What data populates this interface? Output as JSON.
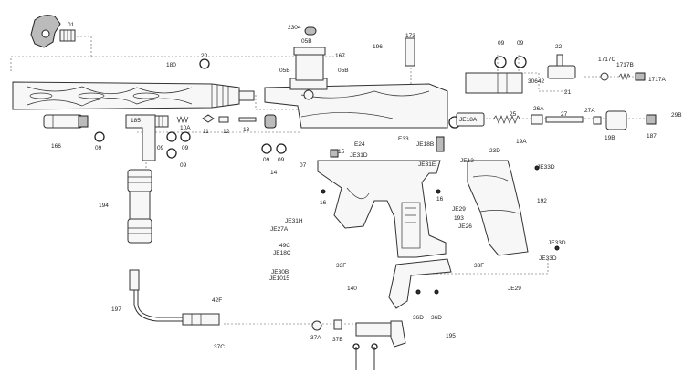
{
  "diagram": {
    "labels": [
      {
        "id": "01",
        "text": "01"
      },
      {
        "id": "180",
        "text": "180"
      },
      {
        "id": "20",
        "text": "20"
      },
      {
        "id": "2304",
        "text": "2304"
      },
      {
        "id": "05B_top",
        "text": "05B"
      },
      {
        "id": "167",
        "text": "167"
      },
      {
        "id": "05B_left",
        "text": "05B"
      },
      {
        "id": "05B_right",
        "text": "05B"
      },
      {
        "id": "196",
        "text": "196"
      },
      {
        "id": "173",
        "text": "173"
      },
      {
        "id": "09_a",
        "text": "09"
      },
      {
        "id": "09_b",
        "text": "09"
      },
      {
        "id": "22",
        "text": "22"
      },
      {
        "id": "1717C",
        "text": "1717C"
      },
      {
        "id": "1717B",
        "text": "1717B"
      },
      {
        "id": "1717A",
        "text": "1717A"
      },
      {
        "id": "30642",
        "text": "30642"
      },
      {
        "id": "21",
        "text": "21"
      },
      {
        "id": "185",
        "text": "185"
      },
      {
        "id": "166",
        "text": "166"
      },
      {
        "id": "09_c",
        "text": "09"
      },
      {
        "id": "10A",
        "text": "10A"
      },
      {
        "id": "11",
        "text": "11"
      },
      {
        "id": "12",
        "text": "12"
      },
      {
        "id": "13",
        "text": "13"
      },
      {
        "id": "09_d",
        "text": "09"
      },
      {
        "id": "09_e",
        "text": "09"
      },
      {
        "id": "09_f",
        "text": "09"
      },
      {
        "id": "09_g",
        "text": "09"
      },
      {
        "id": "09_h",
        "text": "09"
      },
      {
        "id": "14",
        "text": "14"
      },
      {
        "id": "07",
        "text": "07"
      },
      {
        "id": "15",
        "text": "15"
      },
      {
        "id": "E24",
        "text": "E24"
      },
      {
        "id": "E33",
        "text": "E33"
      },
      {
        "id": "JE18B",
        "text": "JE18B"
      },
      {
        "id": "JE31D",
        "text": "JE31D"
      },
      {
        "id": "23D",
        "text": "23D"
      },
      {
        "id": "JE12",
        "text": "JE12"
      },
      {
        "id": "JE31E",
        "text": "JE31E"
      },
      {
        "id": "JE18A",
        "text": "JE18A"
      },
      {
        "id": "25",
        "text": "25"
      },
      {
        "id": "26A",
        "text": "26A"
      },
      {
        "id": "27",
        "text": "27"
      },
      {
        "id": "27A",
        "text": "27A"
      },
      {
        "id": "29B",
        "text": "29B"
      },
      {
        "id": "19A",
        "text": "19A"
      },
      {
        "id": "19B",
        "text": "19B"
      },
      {
        "id": "187",
        "text": "187"
      },
      {
        "id": "JE33D_a",
        "text": "JE33D"
      },
      {
        "id": "192",
        "text": "192"
      },
      {
        "id": "16_a",
        "text": "16"
      },
      {
        "id": "16_b",
        "text": "16"
      },
      {
        "id": "194",
        "text": "194"
      },
      {
        "id": "JE31H",
        "text": "JE31H"
      },
      {
        "id": "JE27A",
        "text": "JE27A"
      },
      {
        "id": "JE29_a",
        "text": "JE29"
      },
      {
        "id": "193",
        "text": "193"
      },
      {
        "id": "JE26",
        "text": "JE26"
      },
      {
        "id": "49C",
        "text": "49C"
      },
      {
        "id": "JE18C",
        "text": "JE18C"
      },
      {
        "id": "33F_a",
        "text": "33F"
      },
      {
        "id": "33F_b",
        "text": "33F"
      },
      {
        "id": "JE33D_b",
        "text": "JE33D"
      },
      {
        "id": "JE33D_c",
        "text": "JE33D"
      },
      {
        "id": "JE30B",
        "text": "JE30B"
      },
      {
        "id": "JE1015",
        "text": "JE1015"
      },
      {
        "id": "140",
        "text": "140"
      },
      {
        "id": "JE29_b",
        "text": "JE29"
      },
      {
        "id": "197",
        "text": "197"
      },
      {
        "id": "42F",
        "text": "42F"
      },
      {
        "id": "37C",
        "text": "37C"
      },
      {
        "id": "37A",
        "text": "37A"
      },
      {
        "id": "37B",
        "text": "37B"
      },
      {
        "id": "36D_a",
        "text": "36D"
      },
      {
        "id": "36D_b",
        "text": "36D"
      },
      {
        "id": "195",
        "text": "195"
      }
    ]
  }
}
